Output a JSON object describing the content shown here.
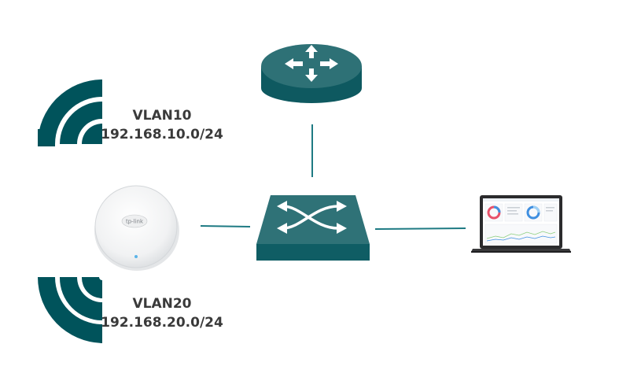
{
  "colors": {
    "primary": "#00535b",
    "switch_top": "#2f7277",
    "switch_front": "#0f5d64",
    "router_top": "#2e7176",
    "router_side": "#0e5960",
    "link": "#1e7a83",
    "label_text": "#3a3a3a",
    "ap_body": "#f3f4f5",
    "ap_led": "#5ab4e8"
  },
  "wifi_networks": [
    {
      "vlan": "VLAN10",
      "subnet": "192.168.10.0/24"
    },
    {
      "vlan": "VLAN20",
      "subnet": "192.168.20.0/24"
    }
  ],
  "devices": {
    "router": {
      "icon": "router-icon"
    },
    "switch": {
      "icon": "switch-icon"
    },
    "access_point": {
      "icon": "access-point-icon",
      "brand": "tp-link"
    },
    "laptop": {
      "icon": "laptop-icon"
    }
  }
}
